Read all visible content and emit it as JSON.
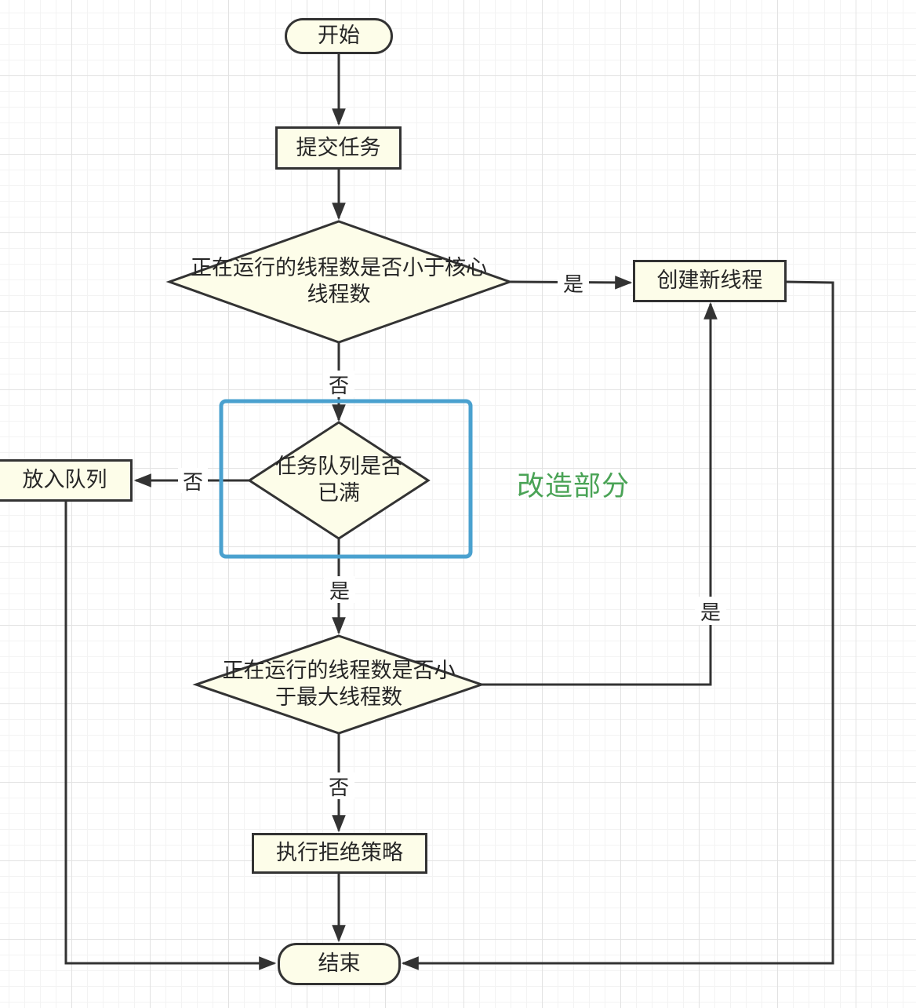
{
  "nodes": {
    "start": "开始",
    "submit_task": "提交任务",
    "check_core": "正在运行的线程数是否小于核心线程数",
    "create_thread": "创建新线程",
    "check_queue": "任务队列是否已满",
    "enqueue": "放入队列",
    "check_max": "正在运行的线程数是否小于最大线程数",
    "reject": "执行拒绝策略",
    "end": "结束"
  },
  "edges": {
    "core_no": "否",
    "core_yes": "是",
    "queue_no": "否",
    "queue_yes": "是",
    "max_yes": "是",
    "max_no": "否"
  },
  "annotation": {
    "text": "改造部分",
    "color": "#4aa356",
    "box_color": "#4aa1cf"
  },
  "colors": {
    "node_fill": "#fdfde9",
    "stroke": "#333333"
  }
}
